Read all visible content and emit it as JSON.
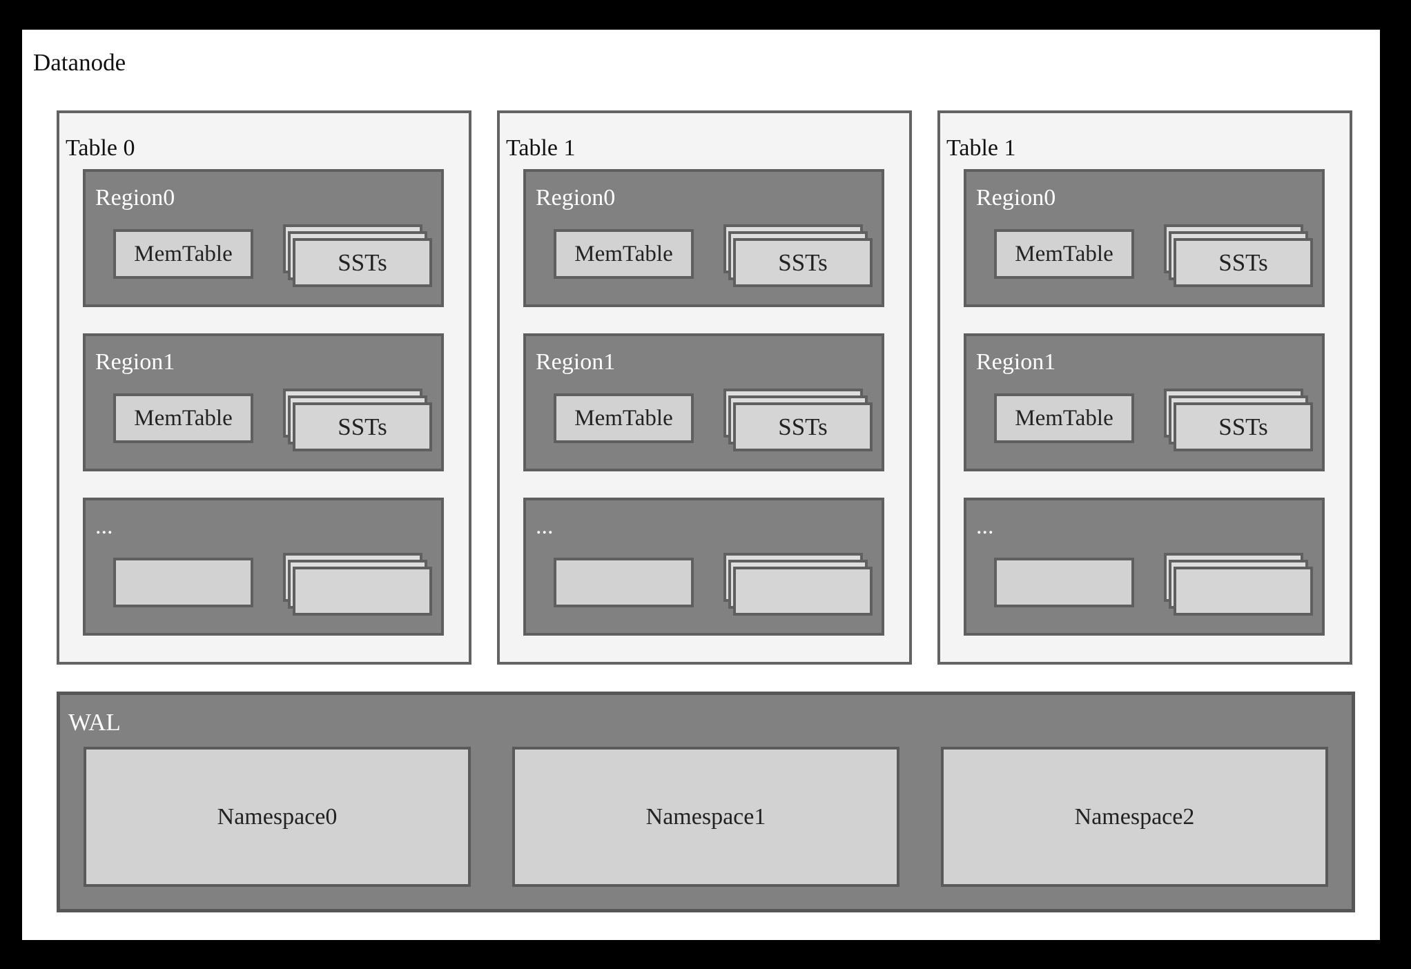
{
  "title": "Datanode",
  "colors": {
    "frame": "#000000",
    "page_bg": "#ffffff",
    "table_fill": "#f4f4f4",
    "table_border": "#636363",
    "region_fill": "#818181",
    "region_border": "#5f5f5f",
    "inner_box_fill": "#d2d2d2",
    "sst_back_fill": "#dedede",
    "wal_border": "#565656",
    "label_dark": "#111111",
    "label_light": "#ffffff"
  },
  "tables": [
    {
      "label": "Table 0",
      "regions": [
        {
          "label": "Region0",
          "memtable_label": "MemTable",
          "ssts_label": "SSTs"
        },
        {
          "label": "Region1",
          "memtable_label": "MemTable",
          "ssts_label": "SSTs"
        },
        {
          "label": "...",
          "memtable_label": "",
          "ssts_label": ""
        }
      ]
    },
    {
      "label": "Table 1",
      "regions": [
        {
          "label": "Region0",
          "memtable_label": "MemTable",
          "ssts_label": "SSTs"
        },
        {
          "label": "Region1",
          "memtable_label": "MemTable",
          "ssts_label": "SSTs"
        },
        {
          "label": "...",
          "memtable_label": "",
          "ssts_label": ""
        }
      ]
    },
    {
      "label": "Table 1",
      "regions": [
        {
          "label": "Region0",
          "memtable_label": "MemTable",
          "ssts_label": "SSTs"
        },
        {
          "label": "Region1",
          "memtable_label": "MemTable",
          "ssts_label": "SSTs"
        },
        {
          "label": "...",
          "memtable_label": "",
          "ssts_label": ""
        }
      ]
    }
  ],
  "wal": {
    "label": "WAL",
    "namespaces": [
      {
        "label": "Namespace0"
      },
      {
        "label": "Namespace1"
      },
      {
        "label": "Namespace2"
      }
    ]
  }
}
